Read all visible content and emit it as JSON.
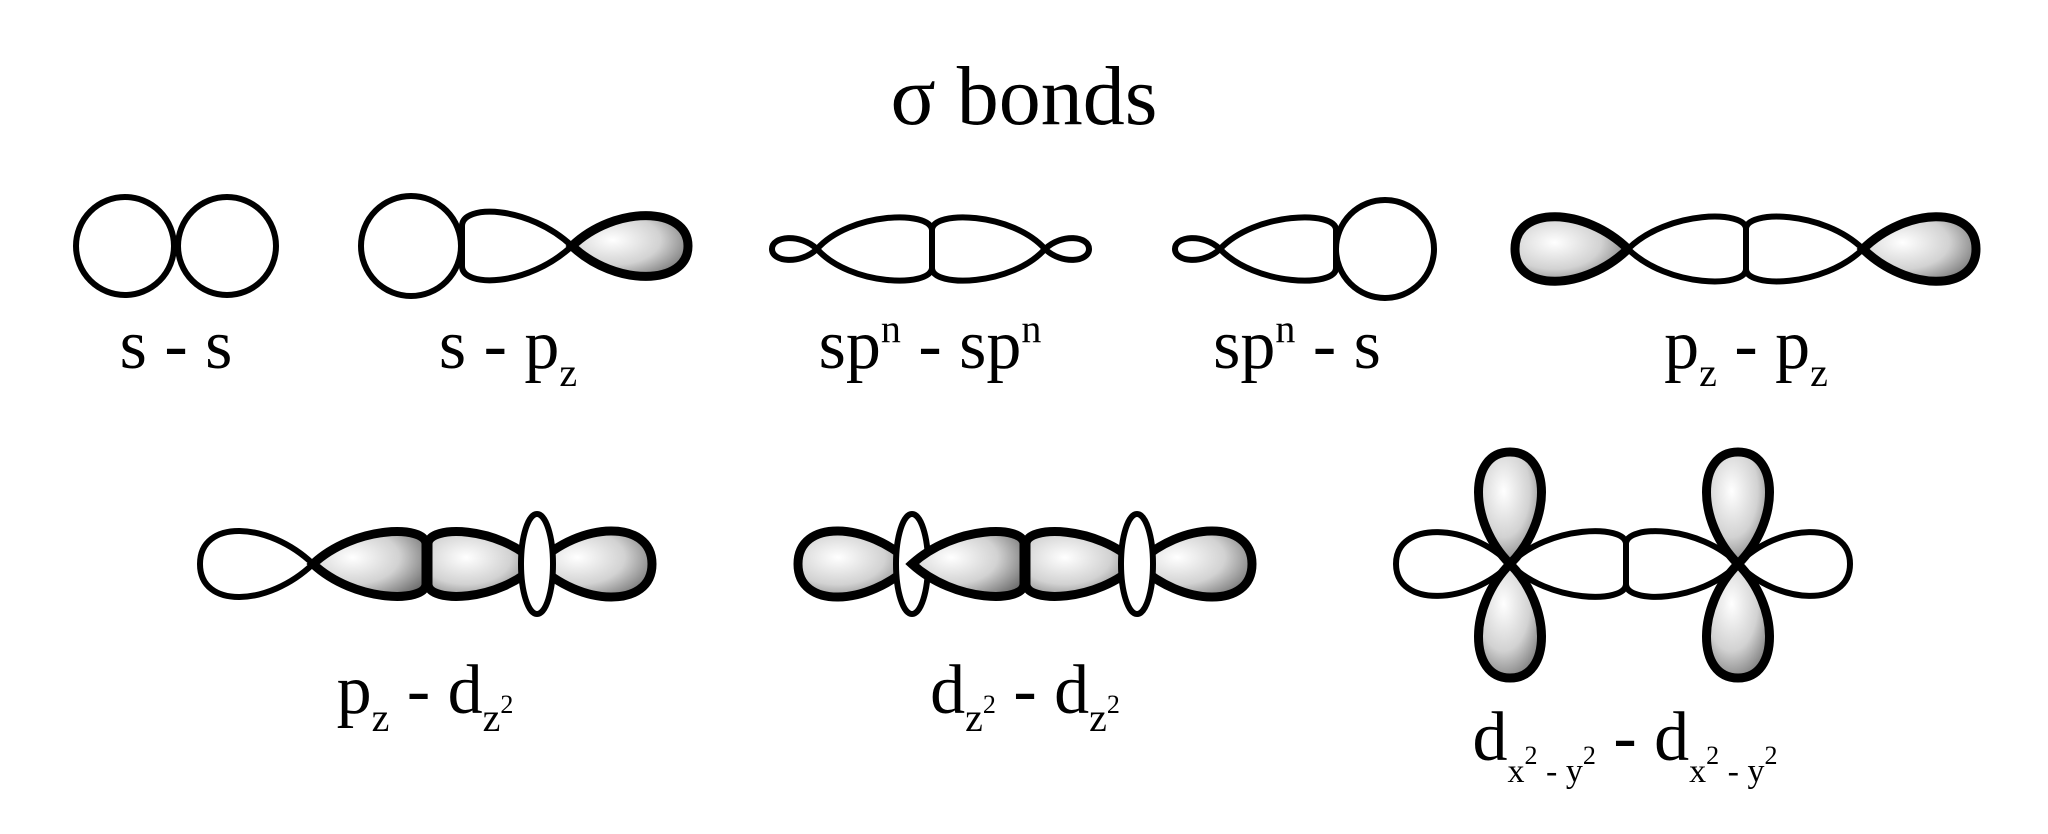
{
  "title": "σ bonds",
  "operator": "-",
  "orbitals": {
    "s": "s",
    "p": "p",
    "d": "d",
    "sp": "sp",
    "sub_z": "z",
    "sup_n": "n",
    "sub_x": "x",
    "sub_y": "y",
    "sup_2": "2"
  },
  "colors": {
    "outline": "#000000",
    "lobe_fill_light": "#ffffff",
    "lobe_fill_dark": "#8a8a8a"
  },
  "bonds": [
    {
      "id": "s-s",
      "label": "s - s"
    },
    {
      "id": "s-pz",
      "label": "s - pz"
    },
    {
      "id": "spn-spn",
      "label": "spn - spn"
    },
    {
      "id": "spn-s",
      "label": "spn - s"
    },
    {
      "id": "pz-pz",
      "label": "pz - pz"
    },
    {
      "id": "pz-dz2",
      "label": "pz - dz2"
    },
    {
      "id": "dz2-dz2",
      "label": "dz2 - dz2"
    },
    {
      "id": "dx2y2-dx2y2",
      "label": "dx2-y2 - dx2-y2"
    }
  ]
}
